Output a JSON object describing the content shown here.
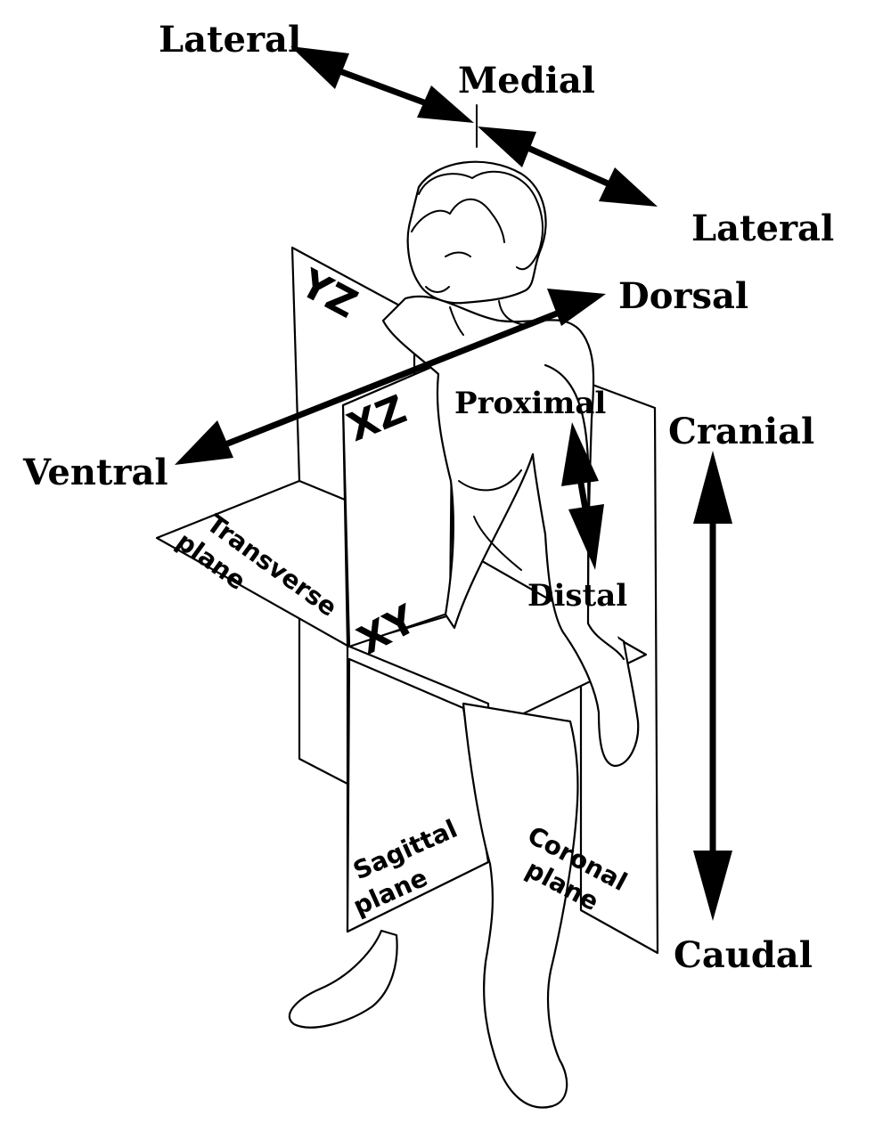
{
  "diagram": {
    "directions": {
      "lateral_left": "Lateral",
      "medial": "Medial",
      "lateral_right": "Lateral",
      "dorsal": "Dorsal",
      "ventral": "Ventral",
      "proximal": "Proximal",
      "distal": "Distal",
      "cranial": "Cranial",
      "caudal": "Caudal"
    },
    "planes": {
      "yz": "YZ",
      "xz": "XZ",
      "xy": "XY",
      "transverse_line1": "Transverse",
      "transverse_line2": "plane",
      "sagittal_line1": "Sagittal",
      "sagittal_line2": "plane",
      "coronal_line1": "Coronal",
      "coronal_line2": "plane"
    },
    "colors": {
      "ink": "#000000",
      "paper": "#ffffff"
    }
  }
}
